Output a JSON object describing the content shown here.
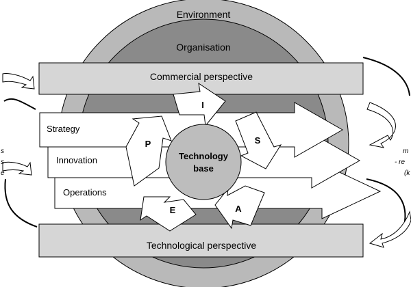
{
  "rings": {
    "environment": "Environment",
    "organisation": "Organisation"
  },
  "bars": {
    "commercial": "Commercial perspective",
    "technological": "Technological perspective"
  },
  "processes": {
    "strategy": "Strategy",
    "innovation": "Innovation",
    "operations": "Operations"
  },
  "core": {
    "line1": "Technology",
    "line2": "base"
  },
  "cycle": {
    "i": "I",
    "s": "S",
    "a": "A",
    "e": "E",
    "p": "P"
  },
  "side_left": {
    "line1": "s",
    "line2": "s",
    "line3": "e"
  },
  "side_right": {
    "line1": "m",
    "line2": "- re",
    "line3": "(k"
  },
  "colors": {
    "outer_ring": "#b9b9b9",
    "inner_ring": "#8a8a8a",
    "bar_fill": "#d6d6d6",
    "core_fill": "#bdbdbd",
    "arrow_fill": "#ffffff",
    "stroke": "#000000"
  }
}
